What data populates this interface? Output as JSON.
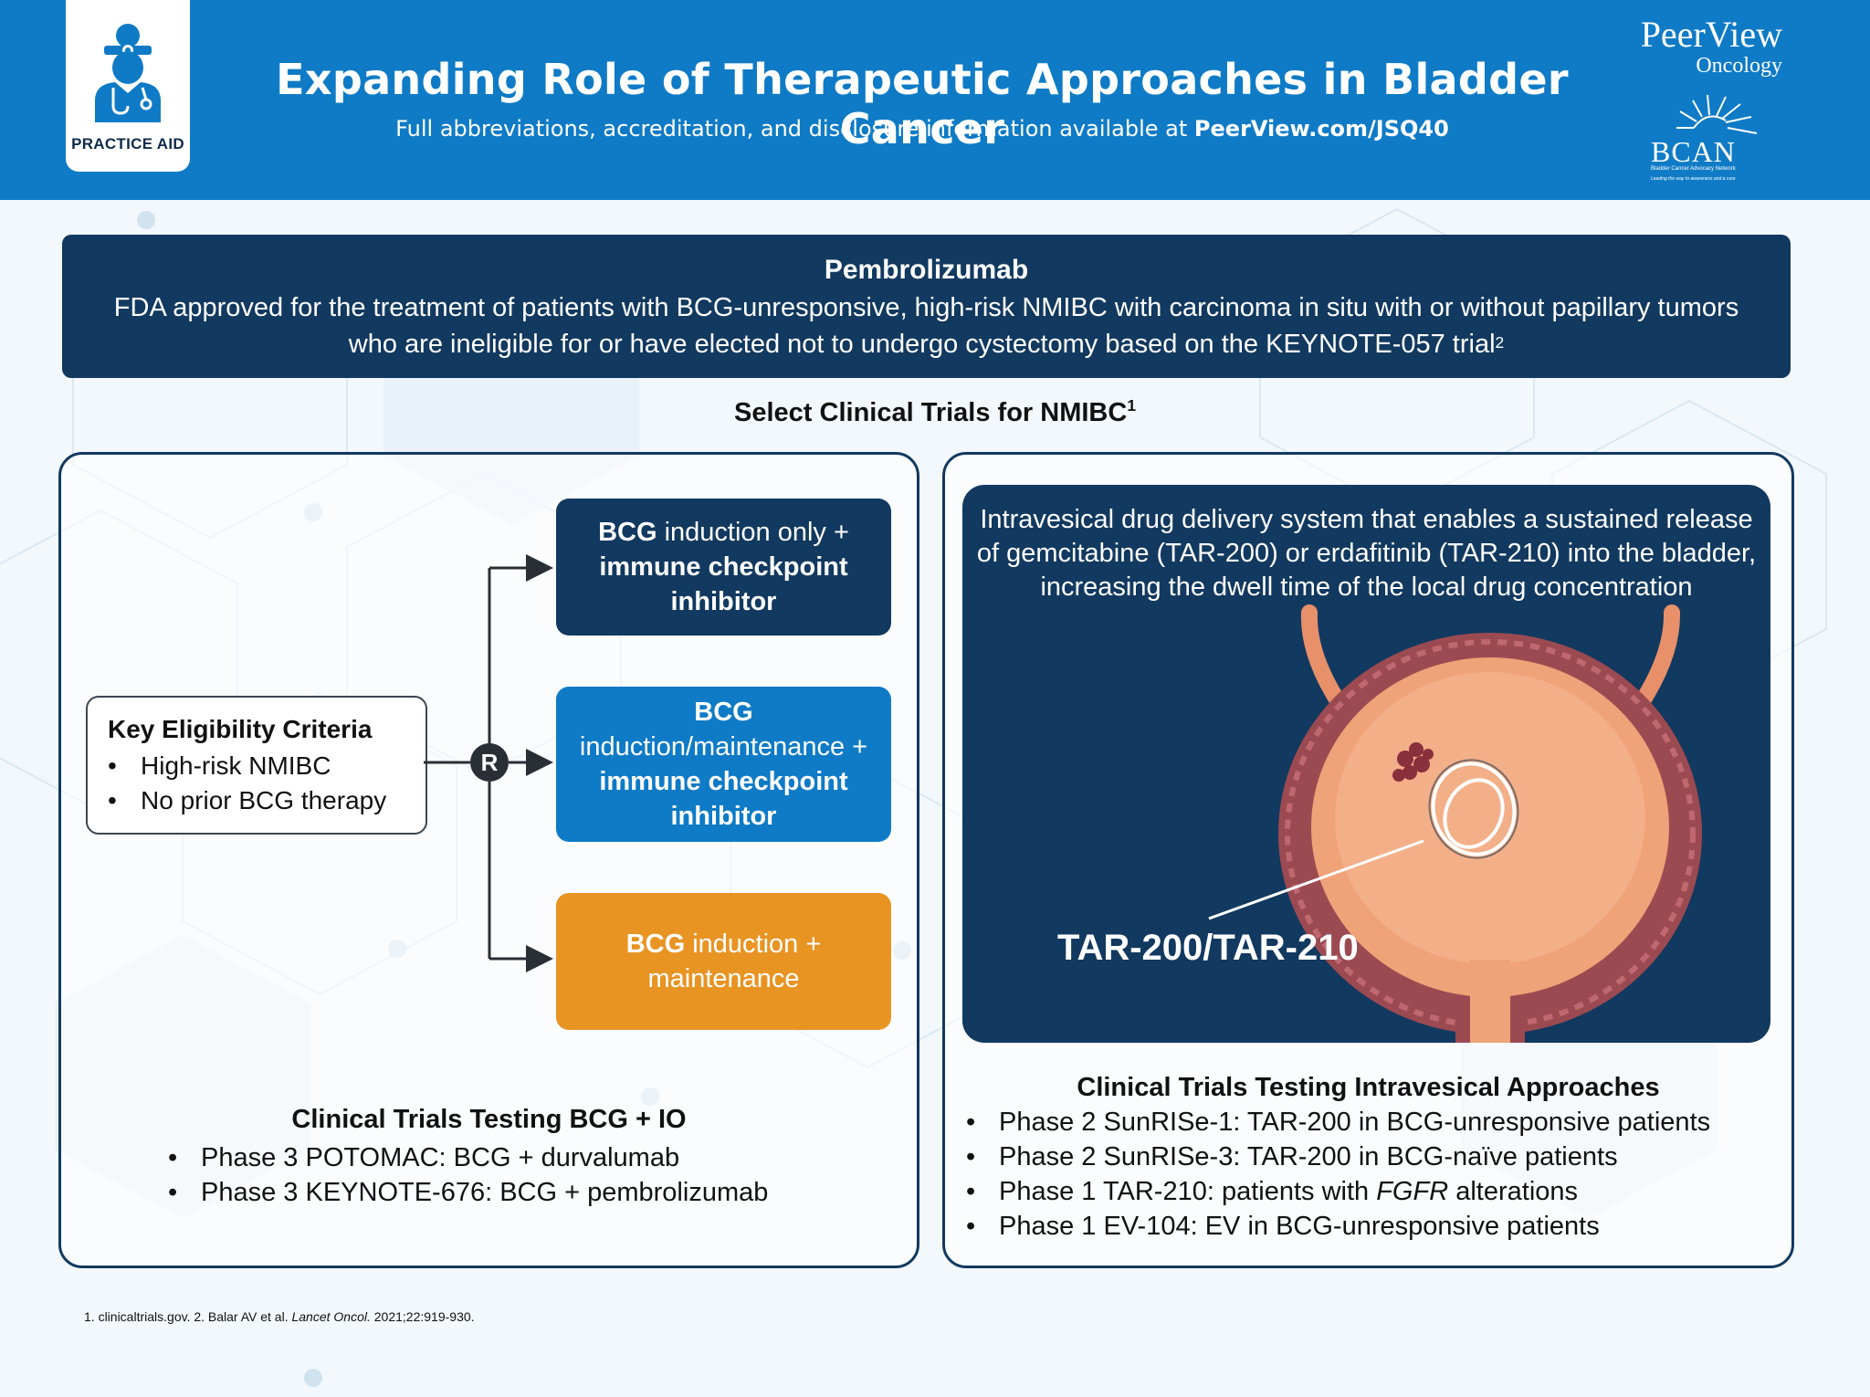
{
  "header": {
    "badge_label": "PRACTICE AID",
    "badge_icon": "doctor-icon",
    "title": "Expanding Role of Therapeutic Approaches in Bladder Cancer",
    "subtitle_prefix": "Full abbreviations, accreditation, and disclosure information available at ",
    "subtitle_link": "PeerView.com/JSQ40",
    "brand_line1": "PeerView",
    "brand_line2": "Oncology",
    "partner_name": "BCAN",
    "partner_tagline": "Bladder Cancer Advocacy Network",
    "partner_motto": "Leading the way to awareness and a cure"
  },
  "banner": {
    "title": "Pembrolizumab",
    "text": "FDA approved for the treatment of patients with BCG-unresponsive, high-risk NMIBC with carcinoma in situ with or without papillary tumors who are ineligible for or have elected not to undergo cystectomy based on the KEYNOTE-057 trial",
    "ref": "2"
  },
  "section": {
    "title": "Select Clinical Trials for NMIBC",
    "ref": "1"
  },
  "left_panel": {
    "criteria_title": "Key Eligibility Criteria",
    "criteria": [
      "High-risk NMIBC",
      "No prior BCG therapy"
    ],
    "randomize_label": "R",
    "arm1": {
      "bold1": "BCG",
      "normal": " induction only +",
      "bold2": "immune checkpoint inhibitor"
    },
    "arm2": {
      "bold1": "BCG",
      "normal": "induction/maintenance +",
      "bold2": "immune checkpoint inhibitor"
    },
    "arm3": {
      "bold1": "BCG",
      "normal1": " induction +",
      "normal2": "maintenance"
    },
    "trials_title": "Clinical Trials Testing BCG + IO",
    "trials": [
      "Phase 3 POTOMAC: BCG + durvalumab",
      "Phase 3 KEYNOTE-676: BCG + pembrolizumab"
    ]
  },
  "right_panel": {
    "description": "Intravesical drug delivery system that enables a sustained release of gemcitabine (TAR-200) or erdafitinib (TAR-210) into the bladder, increasing the dwell time of the local drug concentration",
    "device_label": "TAR-200/TAR-210",
    "trials_title": "Clinical Trials Testing Intravesical Approaches",
    "trial1": "Phase 2 SunRISe-1: TAR-200 in BCG-unresponsive patients",
    "trial2": "Phase 2 SunRISe-3: TAR-200 in BCG-naïve patients",
    "trial3_prefix": "Phase 1 TAR-210: patients with ",
    "trial3_italic": "FGFR",
    "trial3_suffix": " alterations",
    "trial4": "Phase 1 EV-104: EV in BCG-unresponsive patients"
  },
  "footnote": {
    "prefix": "1. clinicaltrials.gov. 2. Balar AV et al. ",
    "journal": "Lancet Oncol.",
    "suffix": " 2021;22:919-930."
  },
  "colors": {
    "header_blue": "#0f7bc6",
    "navy": "#12395f",
    "orange": "#e89423"
  }
}
